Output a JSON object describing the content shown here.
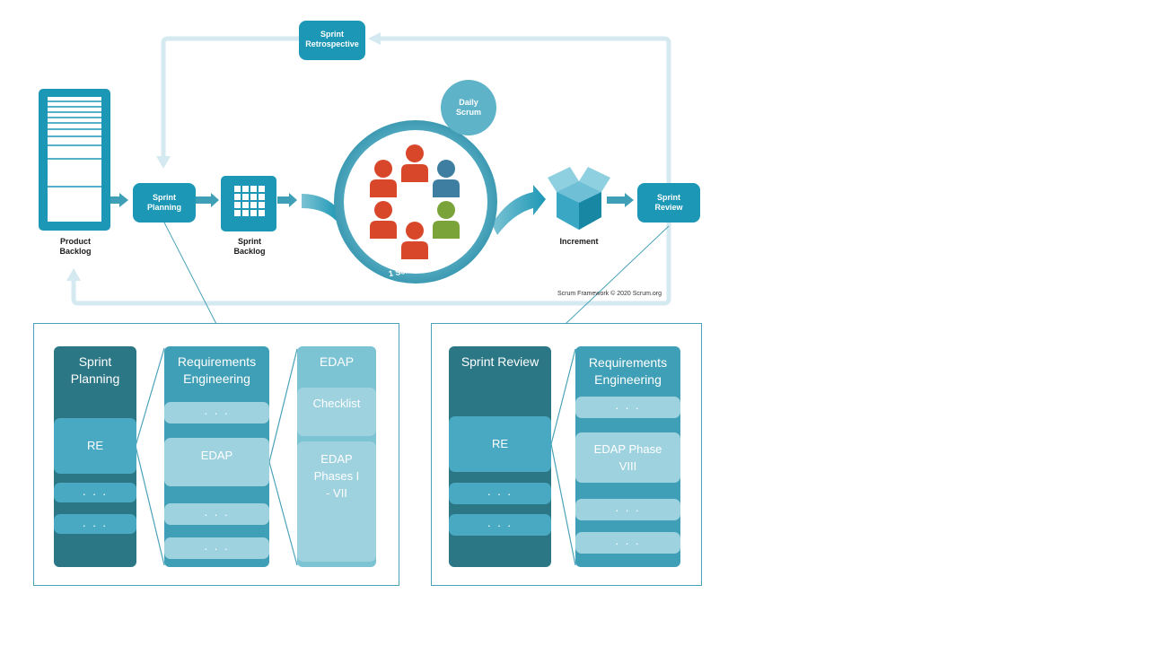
{
  "framework": {
    "product_backlog": "Product\nBacklog",
    "sprint_planning": "Sprint\nPlanning",
    "sprint_backlog": "Sprint\nBacklog",
    "daily_scrum": "Daily\nScrum",
    "scrum_team": "1 Scrum Team",
    "increment": "Increment",
    "sprint_review": "Sprint\nReview",
    "sprint_retrospective": "Sprint\nRetrospective",
    "copyright": "Scrum Framework © 2020 Scrum.org"
  },
  "colors": {
    "dark_teal": "#2c7786",
    "mid_teal": "#3f9fb6",
    "light_teal": "#7cc3d4",
    "item_light": "#9fd2df",
    "brand_teal": "#1c97b5",
    "arrow_light": "#d4e9f0",
    "person_red": "#d9472b",
    "person_blue": "#3d7ea1",
    "person_green": "#7aa43a"
  },
  "planning_detail": {
    "col1": {
      "title": "Sprint\nPlanning",
      "items": [
        "RE",
        ". . .",
        ". . ."
      ]
    },
    "col2": {
      "title": "Requirements\nEngineering",
      "items": [
        ". . .",
        "EDAP",
        ". . .",
        ". . ."
      ]
    },
    "col3": {
      "title": "EDAP",
      "items": [
        "Checklist",
        "EDAP\nPhases I\n- VII"
      ]
    }
  },
  "review_detail": {
    "col1": {
      "title": "Sprint Review",
      "items": [
        "RE",
        ". . .",
        ". . ."
      ]
    },
    "col2": {
      "title": "Requirements\nEngineering",
      "items": [
        ". . .",
        "EDAP Phase\nVIII",
        ". . .",
        ". . ."
      ]
    }
  }
}
